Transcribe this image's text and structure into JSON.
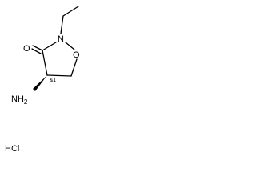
{
  "structure": {
    "atoms": {
      "carbonyl_oxygen": "O",
      "ring_nitrogen": "N",
      "ring_oxygen": "O",
      "amino": "NH",
      "amino_subscript": "2"
    },
    "stereo_descriptor": "&1",
    "salt": "HCl"
  },
  "colors": {
    "ink": "#000000",
    "background": "#ffffff"
  }
}
